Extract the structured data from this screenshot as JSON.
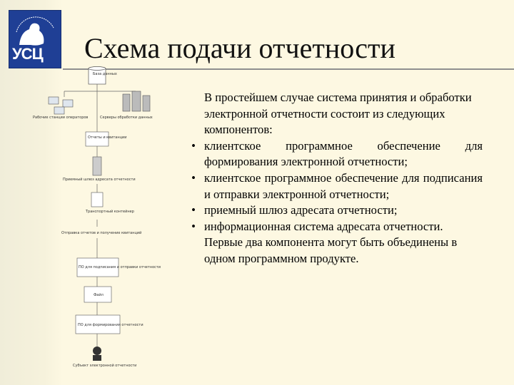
{
  "logo": {
    "text": "УСЦ",
    "icon": "dog-emblem-icon",
    "color": "#1f3f95"
  },
  "title": "Схема подачи отчетности",
  "intro": "В простейшем случае система принятия и обработки электронной отчетности состоит из следующих компонентов:",
  "bullets": [
    "клиентское программное обеспечение для формирования электронной отчетности;",
    "клиентское программное обеспечение для подписания и отправки электронной отчетности;",
    "приемный шлюз адресата отчетности;",
    "информационная система адресата отчетности."
  ],
  "conclusion": "Первые два компонента могут быть объединены в одном программном продукте.",
  "diagram": {
    "labels": {
      "db": "База данных",
      "workstations": "Рабочие станции операторов",
      "servers": "Серверы обработки данных",
      "reports": "Отчеты и квитанции",
      "gateway": "Приемный шлюз адресата отчетности",
      "transport": "Транспортный контейнер",
      "send": "Отправка отчетов и получение квитанций",
      "sign_sw": "ПО для подписания и отправки отчетности",
      "file": "Файл",
      "form_sw": "ПО для формирования отчетности",
      "subject": "Субъект электронной отчетности"
    }
  }
}
